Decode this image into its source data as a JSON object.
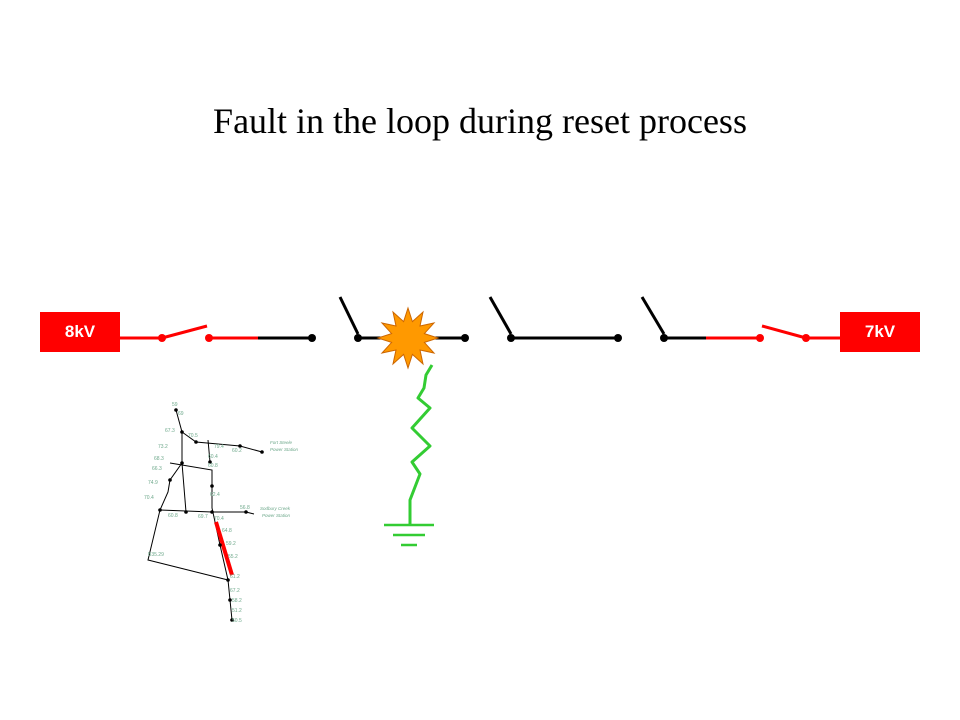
{
  "slide": {
    "title": "Fault in the loop during reset process"
  },
  "sources": {
    "left_voltage": "8kV",
    "right_voltage": "7kV"
  },
  "colors": {
    "energized": "#ff0000",
    "de_energized": "#000000",
    "ground_path": "#33cc33",
    "fault_star": "#ff9900",
    "map_labels": "#6fa98c"
  },
  "inset_map": {
    "labels": [
      "59",
      "69",
      "67.3",
      "70.5",
      "73.2",
      "79.4",
      "68.3",
      "66.3",
      "74.9",
      "70.4",
      "B35.29",
      "60.2",
      "60.4",
      "60.8",
      "62.4",
      "69.7",
      "60.8",
      "56.8",
      "70.4",
      "64.8",
      "59.2",
      "55.2",
      "61.2",
      "67.2",
      "58.2",
      "51.2",
      "50.5"
    ],
    "place_1_line1": "Fort Steele",
    "place_1_line2": "Power Station",
    "place_2_line1": "Sodbury Creek",
    "place_2_line2": "Power Station"
  }
}
